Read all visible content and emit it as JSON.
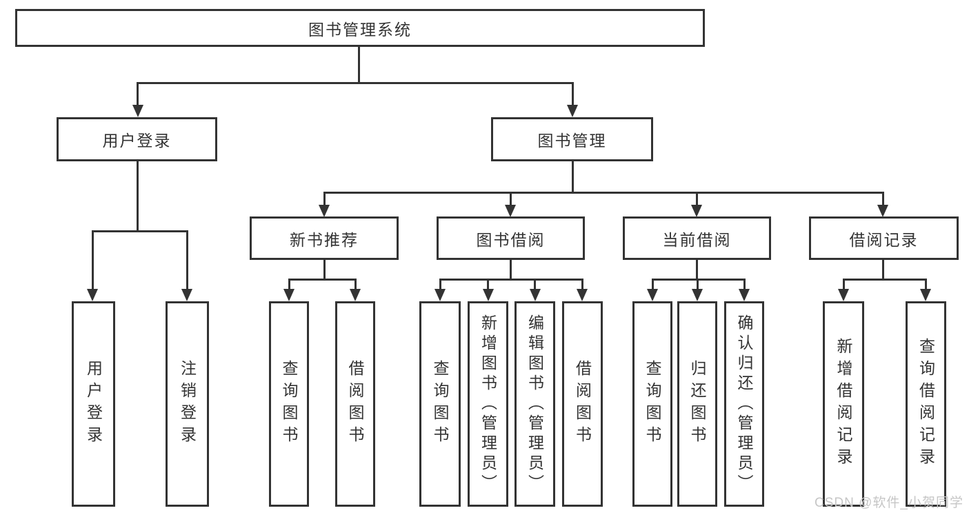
{
  "tree": {
    "root": "图书管理系统",
    "branches": [
      {
        "label": "用户登录",
        "leaves": [
          "用户登录",
          "注销登录"
        ]
      },
      {
        "label": "图书管理",
        "groups": [
          {
            "label": "新书推荐",
            "leaves": [
              "查询图书",
              "借阅图书"
            ]
          },
          {
            "label": "图书借阅",
            "leaves": [
              "查询图书",
              "新增图书（管理员）",
              "编辑图书（管理员）",
              "借阅图书"
            ]
          },
          {
            "label": "当前借阅",
            "leaves": [
              "查询图书",
              "归还图书",
              "确认归还（管理员）"
            ]
          },
          {
            "label": "借阅记录",
            "leaves": [
              "新增借阅记录",
              "查询借阅记录"
            ]
          }
        ]
      }
    ]
  },
  "watermark": "CSDN @软件_小贺同学",
  "colors": {
    "line": "#333333",
    "text": "#333333",
    "background": "#ffffff",
    "watermark": "#c6c6c6"
  }
}
